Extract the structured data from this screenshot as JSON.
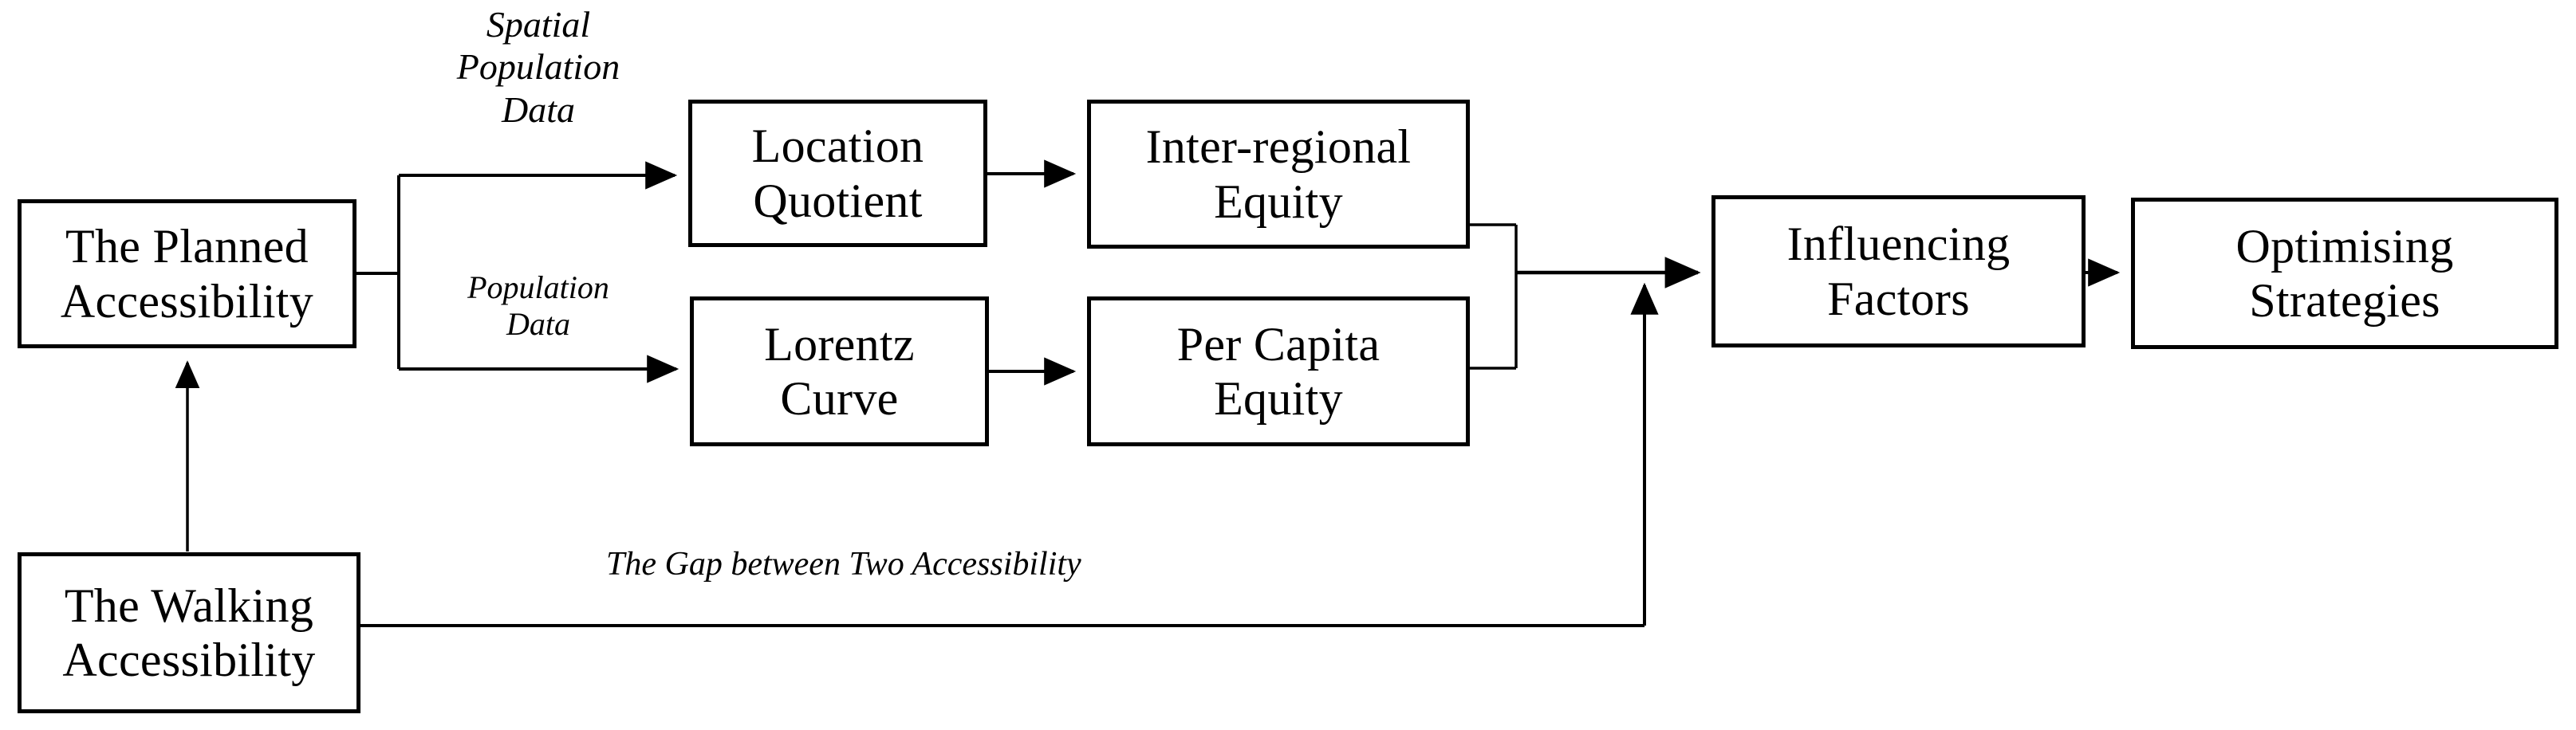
{
  "diagram": {
    "title": "Research Framework Flowchart",
    "background_color": "#ffffff",
    "line_color": "#000000",
    "text_color": "#000000",
    "nodes": [
      {
        "id": "planned",
        "label": "The Planned\nAccessibility"
      },
      {
        "id": "location",
        "label": "Location\nQuotient"
      },
      {
        "id": "interregional",
        "label": "Inter-regional\nEquity"
      },
      {
        "id": "lorentz",
        "label": "Lorentz\nCurve"
      },
      {
        "id": "percapita",
        "label": "Per Capita\nEquity"
      },
      {
        "id": "influencing",
        "label": "Influencing\nFactors"
      },
      {
        "id": "optimising",
        "label": "Optimising\nStrategies"
      },
      {
        "id": "walking",
        "label": "The Walking\nAccessibility"
      }
    ],
    "edge_labels": [
      {
        "id": "spatial-population-data",
        "text": "Spatial\nPopulation\nData"
      },
      {
        "id": "population-data",
        "text": "Population\nData"
      },
      {
        "id": "gap-between",
        "text": "The Gap between Two Accessibility"
      }
    ],
    "edges": [
      {
        "from": "planned",
        "to": "location",
        "label": "Spatial Population Data",
        "arrow": true
      },
      {
        "from": "planned",
        "to": "lorentz",
        "label": "Population Data",
        "arrow": true
      },
      {
        "from": "location",
        "to": "interregional",
        "label": "",
        "arrow": true
      },
      {
        "from": "lorentz",
        "to": "percapita",
        "label": "",
        "arrow": true
      },
      {
        "from": "interregional",
        "to": "influencing",
        "label": "",
        "arrow": true
      },
      {
        "from": "percapita",
        "to": "influencing",
        "label": "",
        "arrow": true
      },
      {
        "from": "influencing",
        "to": "optimising",
        "label": "",
        "arrow": true
      },
      {
        "from": "walking",
        "to": "planned",
        "label": "",
        "arrow": true
      },
      {
        "from": "walking",
        "to": "influencing",
        "label": "The Gap between Two Accessibility",
        "arrow": true
      }
    ]
  }
}
